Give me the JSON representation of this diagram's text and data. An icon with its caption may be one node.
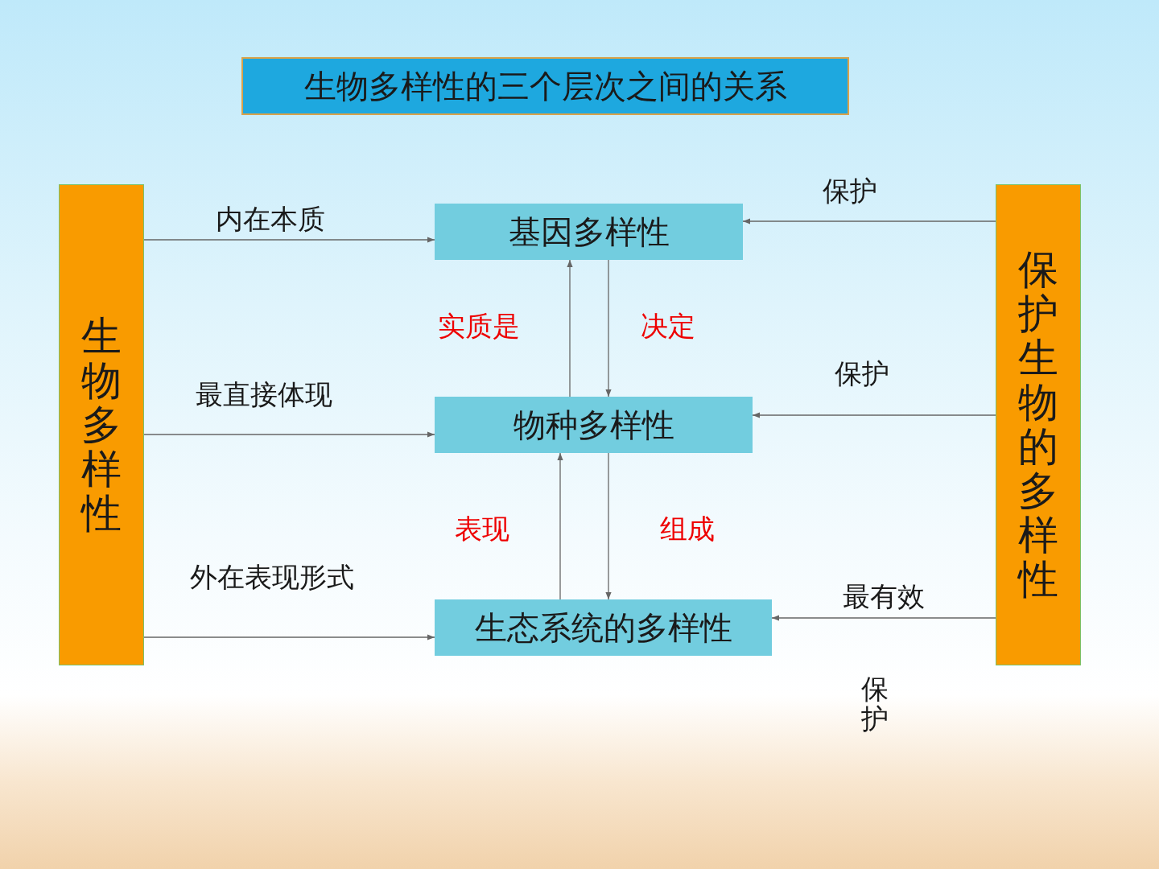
{
  "diagram": {
    "title": "生物多样性的三个层次之间的关系",
    "nodes": [
      {
        "text": [
          "生物多样性"
        ]
      },
      {
        "text": [
          "基因多样性"
        ]
      },
      {
        "text": [
          "物种多样性"
        ]
      },
      {
        "text": [
          "生态系统的多样性"
        ]
      },
      {
        "text": [
          "保护生物的多样性"
        ]
      }
    ],
    "edges": [
      {
        "from": 0,
        "to": 1,
        "arrow": "to",
        "label": "内在本质"
      },
      {
        "from": 0,
        "to": 2,
        "arrow": "to",
        "label": "最直接体现"
      },
      {
        "from": 0,
        "to": 3,
        "arrow": "to",
        "label": "外在表现形式"
      },
      {
        "from": 2,
        "to": 1,
        "arrow": "to",
        "label": "实质是"
      },
      {
        "from": 1,
        "to": 2,
        "arrow": "to",
        "label": "决定"
      },
      {
        "from": 3,
        "to": 2,
        "arrow": "to",
        "label": "表现"
      },
      {
        "from": 2,
        "to": 3,
        "arrow": "to",
        "label": "组成"
      },
      {
        "from": 4,
        "to": 1,
        "arrow": "to",
        "label": "保护"
      },
      {
        "from": 4,
        "to": 2,
        "arrow": "to",
        "label": "保护"
      },
      {
        "from": 4,
        "to": 3,
        "arrow": "to",
        "label": "最有效"
      }
    ],
    "labels": [
      "保护"
    ]
  }
}
